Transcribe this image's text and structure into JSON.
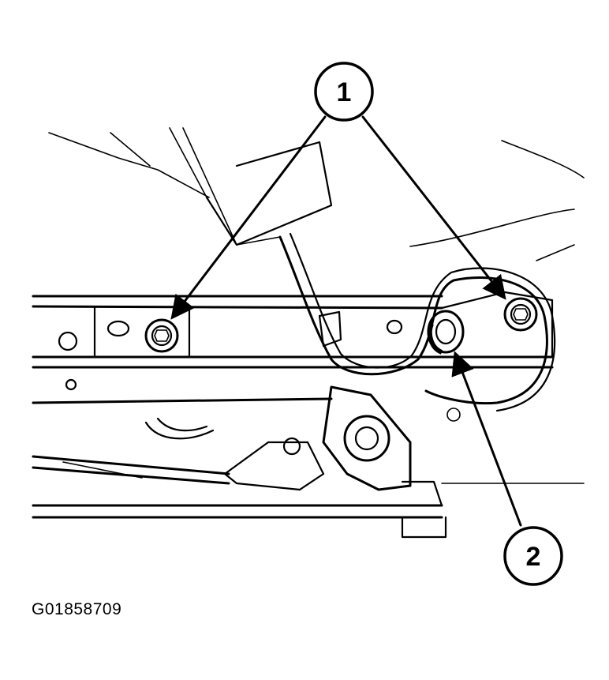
{
  "figure_id": "G01858709",
  "callouts": [
    {
      "label": "1"
    },
    {
      "label": "2"
    }
  ]
}
